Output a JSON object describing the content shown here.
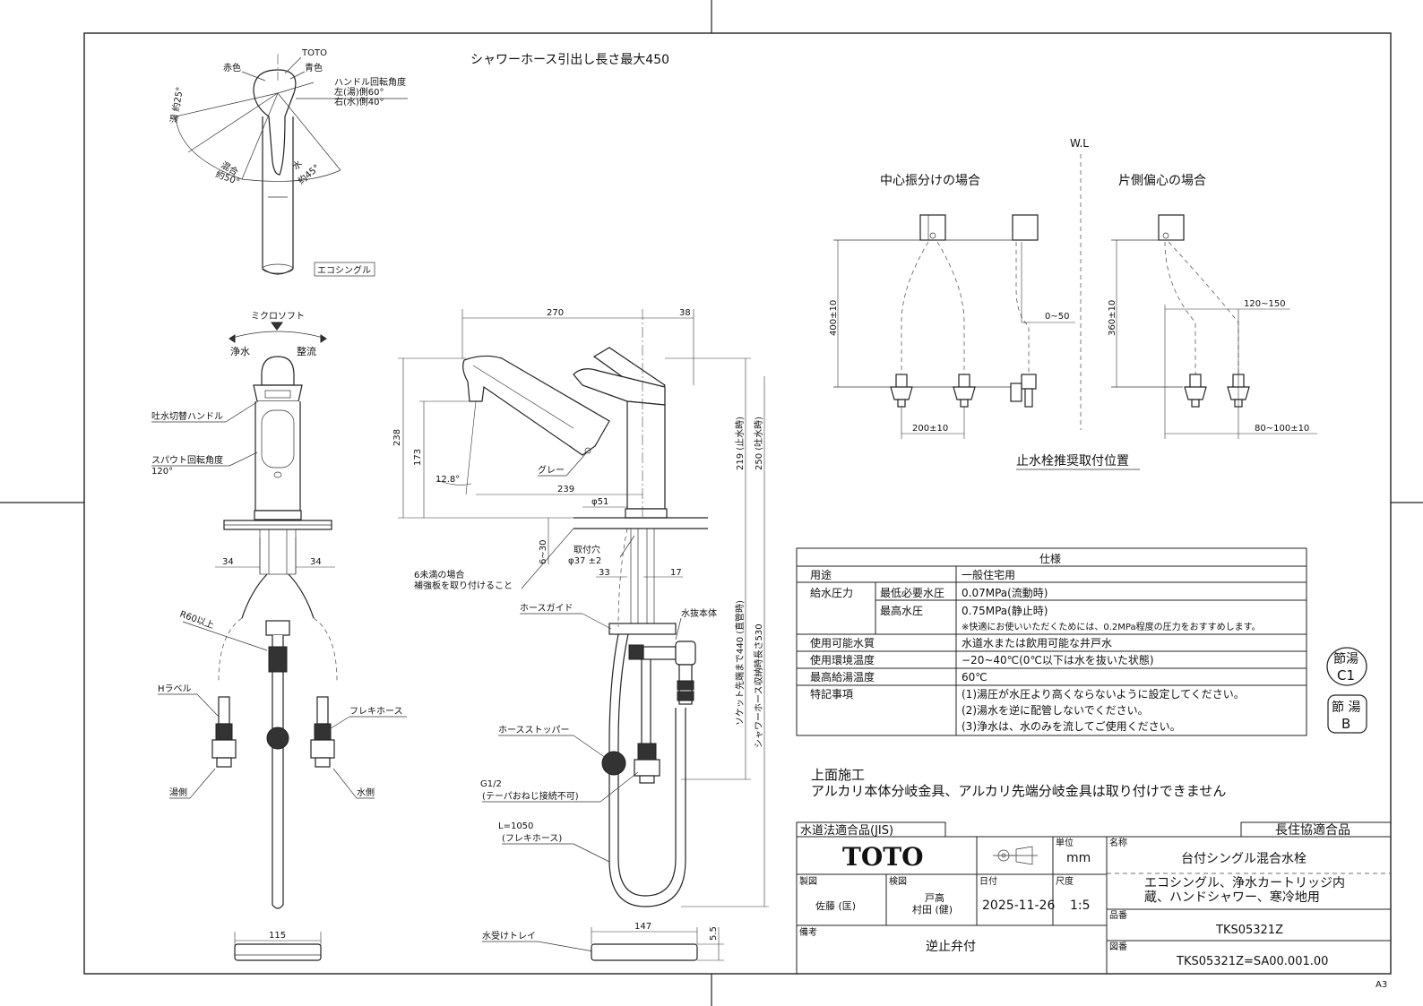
{
  "labels": {
    "shower_hose_note": "シャワーホース引出し長さ最大450",
    "toto_mark": "TOTO",
    "red": "赤色",
    "blue": "青色",
    "handle_angle_title": "ハンドル回転角度",
    "handle_angle_left": "左(湯)側60°",
    "handle_angle_right": "右(水)側40°",
    "hot_arc": "湯 約25°",
    "mix_arc_1": "混合",
    "mix_arc_2": "約50°",
    "cold_arc_1": "水",
    "cold_arc_2": "約45°",
    "eco_single": "エコシングル",
    "micro_soft": "ミクロソフト",
    "purified": "浄水",
    "straight": "整流",
    "spout_switch_handle": "吐水切替ハンドル",
    "spout_rotation_1": "スパウト回転角度",
    "spout_rotation_2": "120°",
    "r60": "R60以上",
    "h_label": "Hラベル",
    "flex_hose": "フレキホース",
    "hot_side": "湯側",
    "cold_side": "水側",
    "grey": "グレー",
    "mount_hole_1": "取付穴",
    "mount_hole_2": "φ37 ±2",
    "reinforce_1": "6未満の場合",
    "reinforce_2": "補強板を取り付けること",
    "hose_guide": "ホースガイド",
    "drain_body": "水抜本体",
    "hose_stopper": "ホースストッパー",
    "g12_1": "G1/2",
    "g12_2": "(テーパおねじ接続不可)",
    "l1050_1": "L=1050",
    "l1050_2": "(フレキホース)",
    "drip_tray": "水受けトレイ",
    "socket_note": "ソケット先端まで440 (直管時)",
    "hose_storage_note": "シャワーホース収納時長さ530",
    "wl": "W.L",
    "center_case": "中心振分けの場合",
    "side_case": "片側偏心の場合",
    "stop_valve_title": "止水栓推奨取付位置",
    "top_install": "上面施工",
    "alkali_note": "アルカリ本体分岐金具、アルカリ先端分岐金具は取り付けできません",
    "badge1_a": "節湯",
    "badge1_b": "C1",
    "badge2_a": "節 湯",
    "badge2_b": "B",
    "paper_size": "A3"
  },
  "dimensions": {
    "d270": "270",
    "d38": "38",
    "d238": "238",
    "d173": "173",
    "d128": "12.8°",
    "d239": "239",
    "d51": "φ51",
    "d219": "219 (止水時)",
    "d250": "250 (吐水時)",
    "d6_30": "6~30",
    "d33": "33",
    "d17": "17",
    "d34a": "34",
    "d34b": "34",
    "d115": "115",
    "d147": "147",
    "d55": "5.5",
    "d400": "400±10",
    "d200": "200±10",
    "d0_50": "0~50",
    "d360": "360±10",
    "d120_150": "120~150",
    "d80_100": "80~100±10"
  },
  "spec": {
    "title": "仕様",
    "rows": [
      {
        "label": "用途",
        "sub": "",
        "value": "一般住宅用"
      },
      {
        "label": "給水圧力",
        "sub": "最低必要水圧",
        "value": "0.07MPa(流動時)"
      },
      {
        "label": "",
        "sub": "最高水圧",
        "value": "0.75MPa(静止時)"
      },
      {
        "label": "",
        "sub": "",
        "value": "※快適にお使いいただくためには、0.2MPa程度の圧力をおすすめします。"
      },
      {
        "label": "使用可能水質",
        "sub": "",
        "value": "水道水または飲用可能な井戸水"
      },
      {
        "label": "使用環境温度",
        "sub": "",
        "value": "−20~40℃(0℃以下は水を抜いた状態)"
      },
      {
        "label": "最高給湯温度",
        "sub": "",
        "value": "60℃"
      },
      {
        "label": "特記事項",
        "sub": "",
        "value": "(1)湯圧が水圧より高くならないように設定してください。"
      },
      {
        "label": "",
        "sub": "",
        "value": "(2)湯水を逆に配管しないでください。"
      },
      {
        "label": "",
        "sub": "",
        "value": "(3)浄水は、水のみを流してご使用ください。"
      }
    ]
  },
  "title_block": {
    "jis": "水道法適合品(JIS)",
    "choju": "長住協適合品",
    "logo": "TOTO",
    "unit_label": "単位",
    "unit": "mm",
    "name_label": "名称",
    "name": "台付シングル混合水栓",
    "desc_1": "エコシングル、浄水カートリッジ内",
    "desc_2": "蔵、ハンドシャワー、寒冷地用",
    "drawn_label": "製図",
    "drawn": "佐藤 (匡)",
    "checked_label": "検図",
    "checked_1": "戸高",
    "checked_2": "村田 (健)",
    "date_label": "日付",
    "date": "2025-11-26",
    "scale_label": "尺度",
    "scale": "1:5",
    "part_label": "品番",
    "part": "TKS05321Z",
    "remarks_label": "備考",
    "remarks": "逆止弁付",
    "drawing_label": "図番",
    "drawing_no": "TKS05321Z=SA00.001.00"
  }
}
